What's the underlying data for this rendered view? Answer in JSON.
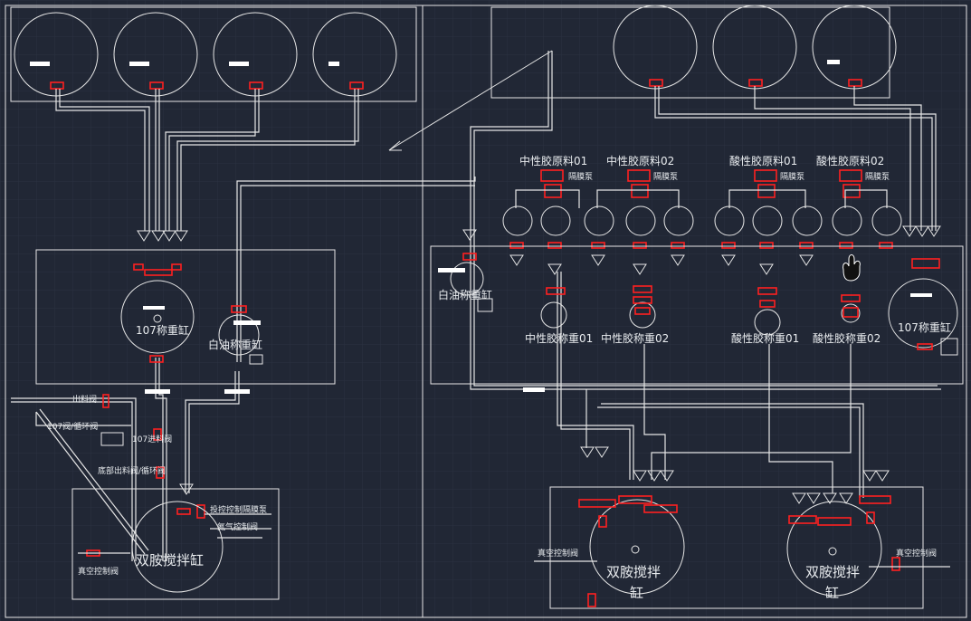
{
  "colors": {
    "background": "#212735",
    "grid": "#2b3241",
    "line": "#e6e6e6",
    "valve": "#ff2020"
  },
  "left_panel": {
    "weigh_tank_107": "107称重缸",
    "weigh_tank_white": "白油称重缸",
    "outlet_valve": "出料阀",
    "valve_107_cycle": "107阀/循环阀",
    "valve_107_feed": "107进料阀",
    "bottom_outlet_valve": "底部出料阀/循环阀",
    "pump_control_valve": "投控控制隔膜泵",
    "gas_control_valve": "氮气控制阀",
    "vacuum_control_valve": "真空控制阀",
    "mixer": "双胺搅拌缸"
  },
  "right_panel": {
    "neutral_raw_01": "中性胶原料01",
    "neutral_raw_02": "中性胶原料02",
    "acid_raw_01": "酸性胶原料01",
    "acid_raw_02": "酸性胶原料02",
    "diaphragm_pump": "隔膜泵",
    "white_oil_weigh": "白油称重缸",
    "neutral_weigh_01": "中性胶称重01",
    "neutral_weigh_02": "中性胶称重02",
    "acid_weigh_01": "酸性胶称重01",
    "acid_weigh_02": "酸性胶称重02",
    "weigh_107": "107称重缸",
    "mixer_left": "双胺搅拌",
    "mixer_left_tail": "缸",
    "mixer_right": "双胺搅拌",
    "mixer_right_tail": "缸",
    "vacuum_left": "真空控制阀",
    "vacuum_right": "真空控制阀"
  }
}
